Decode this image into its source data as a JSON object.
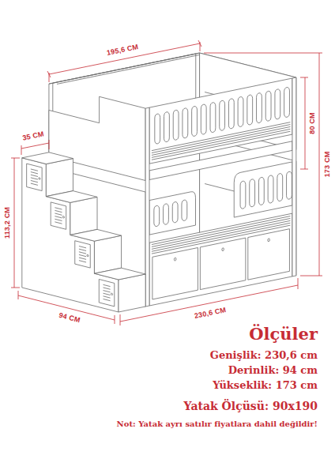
{
  "diagram": {
    "title": "Ölçüler",
    "labels": [
      "195,6 CM",
      "35 CM",
      "113,2 CM",
      "94 CM",
      "230,6 CM",
      "80 CM",
      "173 CM",
      "Genişlik: 230,6 cm",
      "Derinlik: 94 cm",
      "Yükseklik: 173 cm",
      "Yatak Ölçüsü: 90x190",
      "Not: Yatak ayrı satılır fiyatlara dahil değildir!"
    ]
  }
}
